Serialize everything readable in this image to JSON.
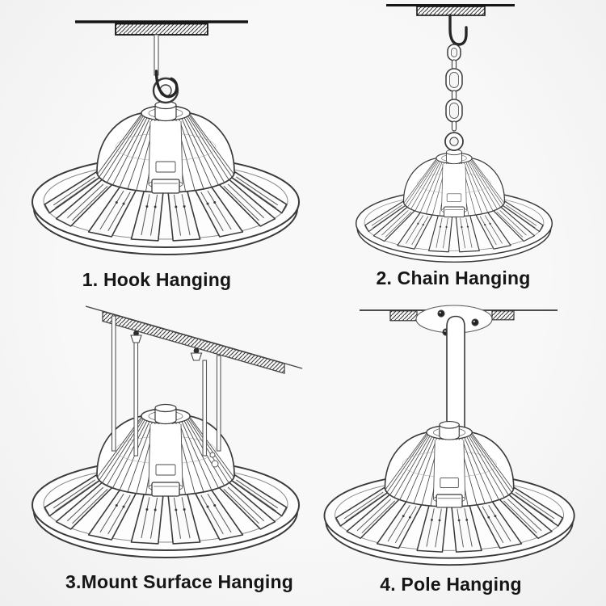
{
  "page": {
    "background": "#f5f5f5",
    "ink": "#161616",
    "line_color": "#3a3a3a"
  },
  "figures": [
    {
      "caption": "1. Hook Hanging"
    },
    {
      "caption": "2. Chain Hanging"
    },
    {
      "caption": "3.Mount Surface Hanging"
    },
    {
      "caption": "4. Pole Hanging"
    }
  ]
}
